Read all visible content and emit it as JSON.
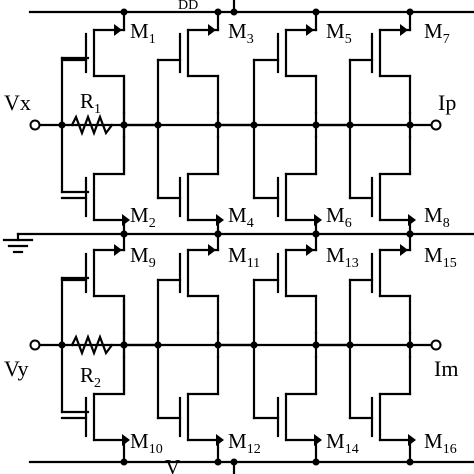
{
  "supply": {
    "top_label": "DD",
    "bottom_label": "V"
  },
  "inputs": {
    "vx": "Vx",
    "vy": "Vy"
  },
  "outputs": {
    "ip": "Ip",
    "im": "Im"
  },
  "resistors": [
    {
      "main": "R",
      "sub": "1"
    },
    {
      "main": "R",
      "sub": "2"
    }
  ],
  "transistors": [
    {
      "main": "M",
      "sub": "1"
    },
    {
      "main": "M",
      "sub": "2"
    },
    {
      "main": "M",
      "sub": "3"
    },
    {
      "main": "M",
      "sub": "4"
    },
    {
      "main": "M",
      "sub": "5"
    },
    {
      "main": "M",
      "sub": "6"
    },
    {
      "main": "M",
      "sub": "7"
    },
    {
      "main": "M",
      "sub": "8"
    },
    {
      "main": "M",
      "sub": "9"
    },
    {
      "main": "M",
      "sub": "10"
    },
    {
      "main": "M",
      "sub": "11"
    },
    {
      "main": "M",
      "sub": "12"
    },
    {
      "main": "M",
      "sub": "13"
    },
    {
      "main": "M",
      "sub": "14"
    },
    {
      "main": "M",
      "sub": "15"
    },
    {
      "main": "M",
      "sub": "16"
    }
  ]
}
